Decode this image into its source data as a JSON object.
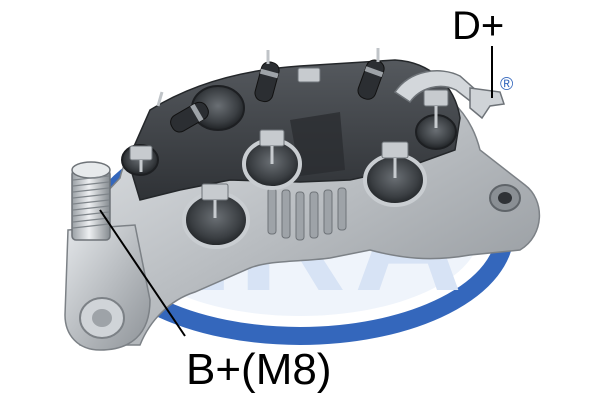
{
  "labels": {
    "d_plus": "D+",
    "b_plus": "B+(M8)"
  },
  "logo": {
    "text": "ERA",
    "registered_mark": "®"
  },
  "colors": {
    "logo_blue": "#1f57b5",
    "logo_blue_light": "#d6e4f7",
    "housing_dark": "#3d4146",
    "housing_mid": "#5c6166",
    "aluminium": "#b8bcc0",
    "aluminium_light": "#dfe2e5",
    "label_text": "#000000"
  }
}
